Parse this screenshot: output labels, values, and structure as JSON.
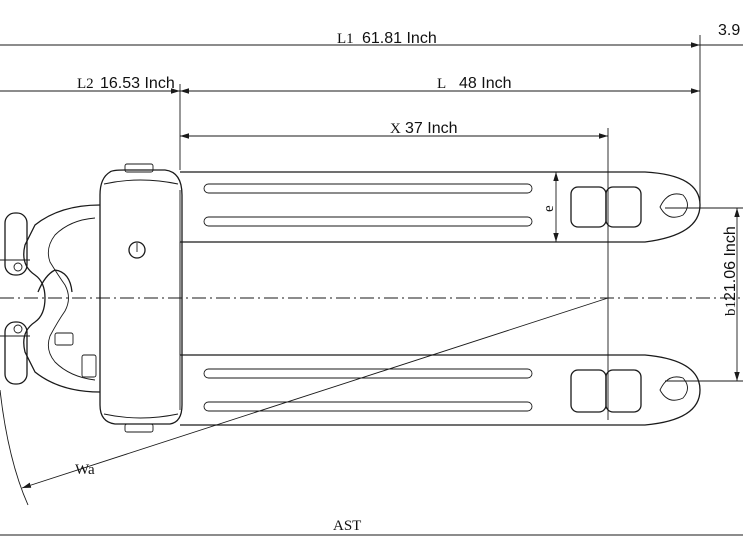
{
  "dimensions": {
    "l1": {
      "symbol": "L1",
      "value": "61.81 Inch"
    },
    "l2": {
      "symbol": "L2",
      "value": "16.53 Inch"
    },
    "l": {
      "symbol": "L",
      "value": "48 Inch"
    },
    "x": {
      "symbol": "X",
      "value": "37 Inch"
    },
    "b1": {
      "symbol": "b1",
      "value": "21.06 Inch"
    },
    "edge_value": "3.9",
    "e": "e",
    "wa": "Wa",
    "ast": "AST"
  }
}
